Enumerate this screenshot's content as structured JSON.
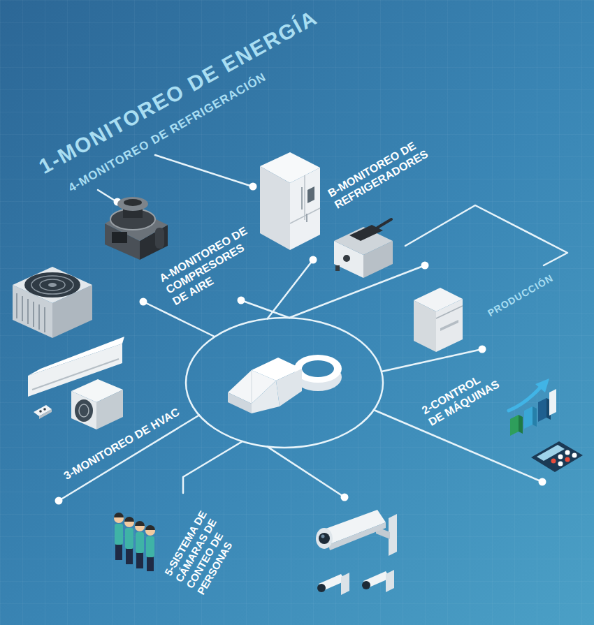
{
  "diagram": {
    "labels": [
      "1-MONITOREO DE ENERGÍA",
      "4-MONITOREO DE REFRIGERACIÓN",
      "B-MONITOREO DE REFRIGERADORES",
      "A-MONITOREO DE COMPRESORES DE AIRE",
      "PRODUCCIÓN",
      "2-CONTROL DE MÁQUINAS",
      "3-MONITOREO DE HVAC",
      "5-SISTEMA DE CÁMARAS DE CONTEO DE PERSONAS"
    ]
  }
}
